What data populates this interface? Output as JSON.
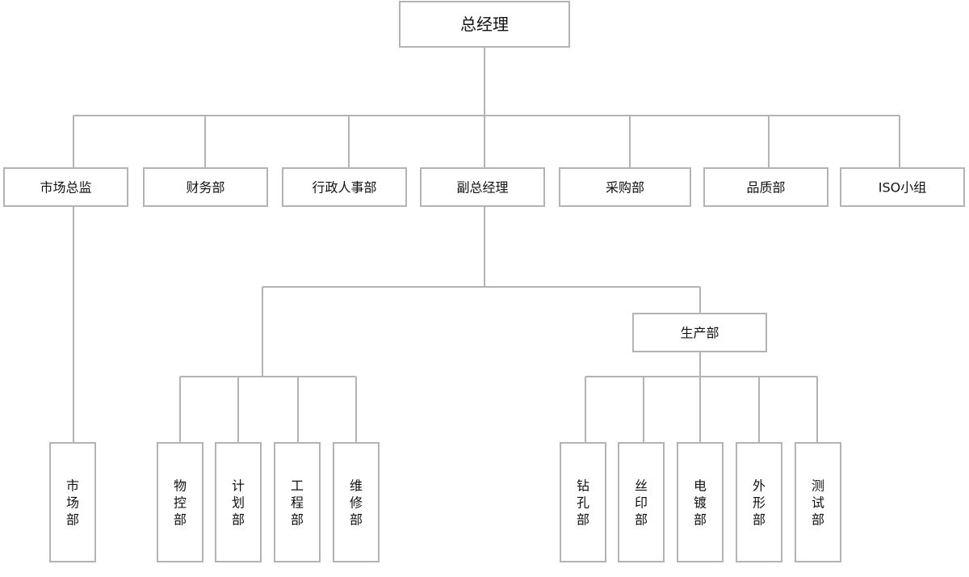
{
  "org_chart": {
    "root": "总经理",
    "departments": [
      "市场总监",
      "财务部",
      "行政人事部",
      "副总经理",
      "采购部",
      "品质部",
      "ISO小组"
    ],
    "under_market_director": [
      "市场部"
    ],
    "under_deputy_gm_direct": [
      "物控部",
      "计划部",
      "工程部",
      "维修部"
    ],
    "production": "生产部",
    "under_production": [
      "钻孔部",
      "丝印部",
      "电镀部",
      "外形部",
      "测试部"
    ]
  },
  "colors": {
    "line": "#b3b3b3",
    "box_fill": "#ffffff",
    "text": "#111111"
  }
}
